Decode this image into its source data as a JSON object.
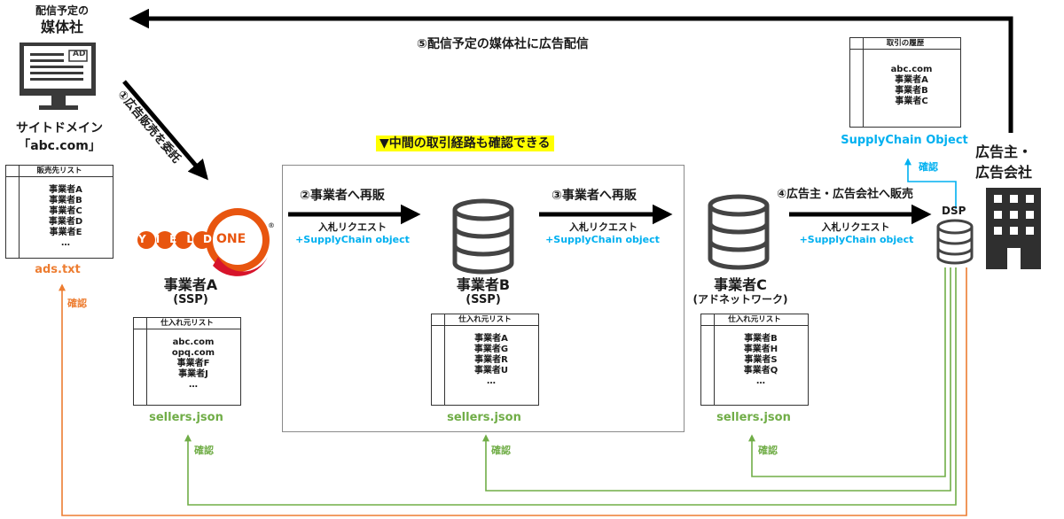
{
  "publisher": {
    "top_label_1": "配信予定の",
    "top_label_2": "媒体社",
    "screen_badge": "AD",
    "domain_label_1": "サイトドメイン",
    "domain_label_2": "「abc.com」",
    "list_title": "販売先リスト",
    "list_items": [
      "事業者A",
      "事業者B",
      "事業者C",
      "事業者D",
      "事業者E",
      "…"
    ],
    "file_label": "ads.txt"
  },
  "ssp_a": {
    "logo_text_1": "YIELD",
    "logo_text_2": "ONE",
    "logo_mark": "®",
    "name": "事業者A",
    "role": "(SSP)",
    "list_title": "仕入れ元リスト",
    "list_items": [
      "abc.com",
      "opq.com",
      "事業者F",
      "事業者J",
      "…"
    ],
    "file_label": "sellers.json"
  },
  "ssp_b": {
    "name": "事業者B",
    "role": "(SSP)",
    "list_title": "仕入れ元リスト",
    "list_items": [
      "事業者A",
      "事業者G",
      "事業者R",
      "事業者U",
      "…"
    ],
    "file_label": "sellers.json"
  },
  "adnet_c": {
    "name": "事業者C",
    "role": "(アドネットワーク)",
    "list_title": "仕入れ元リスト",
    "list_items": [
      "事業者B",
      "事業者H",
      "事業者S",
      "事業者Q",
      "…"
    ],
    "file_label": "sellers.json"
  },
  "dsp": {
    "label": "DSP"
  },
  "advertiser": {
    "label_1": "広告主・",
    "label_2": "広告会社",
    "history_title": "取引の履歴",
    "history_items": [
      "abc.com",
      "事業者A",
      "事業者B",
      "事業者C"
    ],
    "supplychain_label": "SupplyChain Object"
  },
  "steps": {
    "step1": "①広告販売を委託",
    "step2": "②事業者へ再販",
    "step3": "③事業者へ再販",
    "step4": "④広告主・広告会社へ販売",
    "step5": "⑤配信予定の媒体社に広告配信",
    "bid_request": "入札リクエスト",
    "supplychain_plus": "+SupplyChain object"
  },
  "middle_highlight": "▼中間の取引経路も確認できる",
  "confirm_label": "確認",
  "colors": {
    "green": "#70ad47",
    "orange": "#ed7d31",
    "blue": "#00b0f0",
    "highlight": "#ffff00",
    "logo_orange": "#e8550f",
    "logo_red": "#d7142b"
  },
  "icons": {
    "publisher": "monitor-icon",
    "database": "database-icon",
    "dsp": "dsp-database-icon",
    "advertiser": "building-icon"
  }
}
